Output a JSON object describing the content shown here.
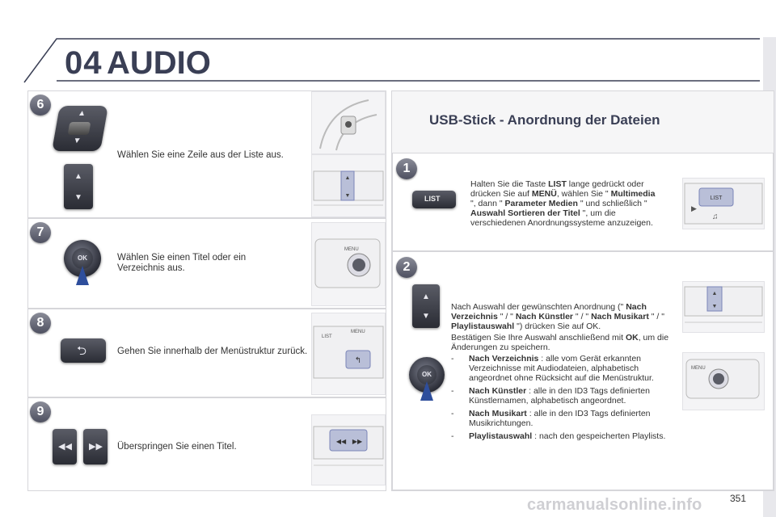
{
  "header": {
    "chapter": "04",
    "title": "AUDIO"
  },
  "left_steps": [
    {
      "num": "6",
      "text": "Wählen Sie eine Zeile aus der Liste aus."
    },
    {
      "num": "7",
      "text": "Wählen Sie einen Titel oder ein Verzeichnis aus."
    },
    {
      "num": "8",
      "text": "Gehen Sie innerhalb der Menüstruktur zurück."
    },
    {
      "num": "9",
      "text": "Überspringen Sie einen Titel."
    }
  ],
  "right": {
    "title": "USB-Stick - Anordnung der Dateien",
    "step1": {
      "num": "1",
      "button_label": "LIST",
      "text_parts": [
        "Halten Sie die Taste ",
        "LIST",
        " lange gedrückt oder drücken Sie auf ",
        "MENÜ",
        ", wählen Sie \" ",
        "Multimedia",
        " \", dann \" ",
        "Parameter Medien",
        " \" und schließlich \" ",
        "Auswahl Sortieren der Titel",
        " \", um die verschiedenen Anordnungssysteme anzuzeigen."
      ]
    },
    "step2": {
      "num": "2",
      "intro_parts": [
        "Nach Auswahl der gewünschten Anordnung (\" ",
        "Nach Verzeichnis",
        " \" / \" ",
        "Nach Künstler",
        " \" / \" ",
        "Nach Musikart",
        " \" / \" ",
        "Playlistauswahl",
        " \") drücken Sie auf OK."
      ],
      "confirm_parts": [
        "Bestätigen Sie Ihre Auswahl anschließend mit ",
        "OK",
        ", um die Änderungen zu speichern."
      ],
      "bullets": [
        {
          "dash": "-",
          "term": "Nach Verzeichnis",
          "desc": " : alle vom Gerät erkannten Verzeichnisse mit Audiodateien, alphabetisch angeordnet ohne Rücksicht auf die Menüstruktur."
        },
        {
          "dash": "-",
          "term": "Nach Künstler",
          "desc": " : alle in den ID3 Tags definierten Künstlernamen, alphabetisch angeordnet."
        },
        {
          "dash": "-",
          "term": "Nach Musikart",
          "desc": " : alle in den ID3 Tags definierten Musikrichtungen."
        },
        {
          "dash": "-",
          "term": "Playlistauswahl",
          "desc": " : nach den gespeicherten Playlists."
        }
      ]
    }
  },
  "controls": {
    "ok_label": "OK",
    "menu_label": "MENU",
    "list_label": "LIST"
  },
  "footer": {
    "page": "351",
    "watermark": "carmanualsonline.info"
  }
}
